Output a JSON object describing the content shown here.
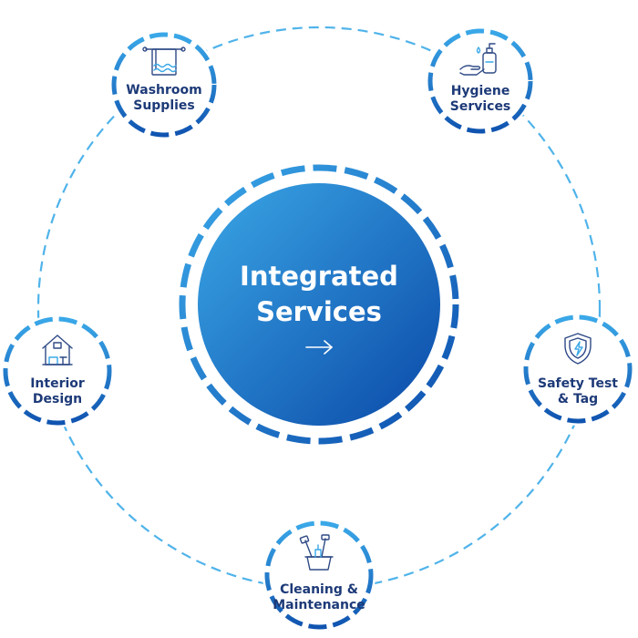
{
  "hub": {
    "title_line1": "Integrated",
    "title_line2": "Services",
    "arrow_icon": "arrow-right-icon"
  },
  "nodes": [
    {
      "id": "washroom",
      "line1": "Washroom",
      "line2": "Supplies",
      "icon": "towel-rack-icon"
    },
    {
      "id": "hygiene",
      "line1": "Hygiene",
      "line2": "Services",
      "icon": "hand-sanitizer-icon"
    },
    {
      "id": "safety",
      "line1": "Safety Test",
      "line2": "& Tag",
      "icon": "shield-bolt-icon"
    },
    {
      "id": "cleaning",
      "line1": "Cleaning &",
      "line2": "Maintenance",
      "icon": "cleaning-bucket-icon"
    },
    {
      "id": "interior",
      "line1": "Interior",
      "line2": "Design",
      "icon": "house-interior-icon"
    }
  ],
  "colors": {
    "label": "#1d3a78",
    "ring_light": "#3aa8e8",
    "ring_dark": "#1a5fb8",
    "hub_light": "#3ba7e6",
    "hub_dark": "#0a49a8",
    "connector": "#4fb3ea"
  }
}
